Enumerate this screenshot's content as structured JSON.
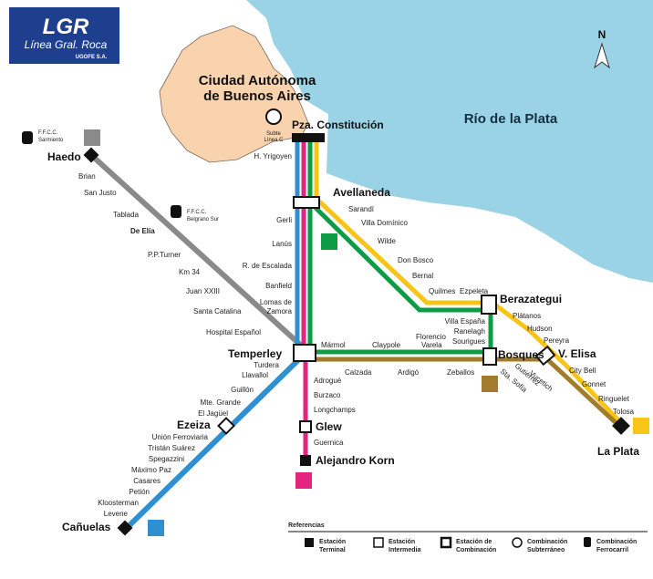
{
  "logo": {
    "title": "LGR",
    "subtitle": "Línea Gral. Roca",
    "company": "UGOFE S.A."
  },
  "north": "N",
  "areas": {
    "city": [
      "Ciudad Autónoma",
      "de Buenos Aires"
    ],
    "river": "Río de la Plata"
  },
  "colors": {
    "sea": "#9ad3e6",
    "land": "#ffffff",
    "city": "#f8d3ad",
    "line_blue": "#2e8fd1",
    "line_pink": "#e2257f",
    "line_green": "#0d9b46",
    "line_yellow": "#f7c417",
    "line_brown": "#a17c2b",
    "line_gray": "#8a8a8a",
    "gray_square": "#8a8a8a",
    "yellow_square": "#f7c417",
    "brown_square": "#a17c2b"
  },
  "hubs": {
    "constitucion": "Pza. Constitución",
    "subte": [
      "Subte",
      "Línea C"
    ],
    "avellaneda": "Avellaneda",
    "temperley": "Temperley",
    "berazategui": "Berazategui",
    "bosques": "Bosques",
    "velisa": "V. Elisa",
    "laplata": "La Plata",
    "glew": "Glew",
    "korn": "Alejandro Korn",
    "ezeiza": "Ezeiza",
    "canuelas": "Cañuelas",
    "haedo": "Haedo",
    "delelia": "De Elía"
  },
  "rail_links": {
    "sarmiento": [
      "F.F.C.C.",
      "Sarmiento"
    ],
    "belgrano": [
      "F.F.C.C.",
      "Belgrano Sur"
    ]
  },
  "stations": {
    "trunk": [
      "H. Yrigoyen",
      "Gerli",
      "Lanús",
      "R. de Escalada",
      "Banfield",
      "Lomas de",
      "Zamora"
    ],
    "haedo_branch": [
      "Brian",
      "San Justo",
      "Tablada",
      "P.P.Turner",
      "Km 34",
      "Juan XXIII",
      "Santa Catalina",
      "Hospital Español"
    ],
    "ezeiza_branch": [
      "Turdera",
      "Llavallol",
      "Guillón",
      "Mte. Grande",
      "El Jagüel"
    ],
    "canuelas_branch": [
      "Unión Ferroviaria",
      "Tristán Suárez",
      "Spegazzini",
      "Máximo Paz",
      "Casares",
      "Petión",
      "Kloosterman",
      "Levene"
    ],
    "korn_branch": [
      "Adrogué",
      "Burzaco",
      "Longchamps",
      "Guernica"
    ],
    "quilmes_branch": [
      "Sarandí",
      "Villa Domínico",
      "Wilde",
      "Don Bosco",
      "Bernal",
      "Quilmes",
      "Ezpeleta"
    ],
    "laplata_branch": [
      "Plátanos",
      "Hudson",
      "Pereyra",
      "City Bell",
      "Gonnet",
      "Ringuelet",
      "Tolosa"
    ],
    "bosques_link": [
      "Villa España",
      "Ranelagh",
      "Sourigues"
    ],
    "green_cross_top": [
      "Mármol",
      "Claypole",
      "Florencio",
      "Varela"
    ],
    "brown_cross_bottom": [
      "Calzada",
      "Ardigó",
      "Zeballos"
    ],
    "velisa_link": [
      "Sta. Sofía",
      "Gutiérrez",
      "Vucetich"
    ]
  },
  "legend": {
    "title": "Referencias",
    "items": [
      {
        "label": [
          "Estación",
          "Terminal"
        ],
        "icon": "terminal-square-icon"
      },
      {
        "label": [
          "Estación",
          "Intermedia"
        ],
        "icon": "intermediate-square-icon"
      },
      {
        "label": [
          "Estación de",
          "Combinación"
        ],
        "icon": "combination-square-icon"
      },
      {
        "label": [
          "Combinación",
          "Subterráneo"
        ],
        "icon": "subway-icon"
      },
      {
        "label": [
          "Combinación",
          "Ferrocarril"
        ],
        "icon": "train-icon"
      }
    ]
  }
}
